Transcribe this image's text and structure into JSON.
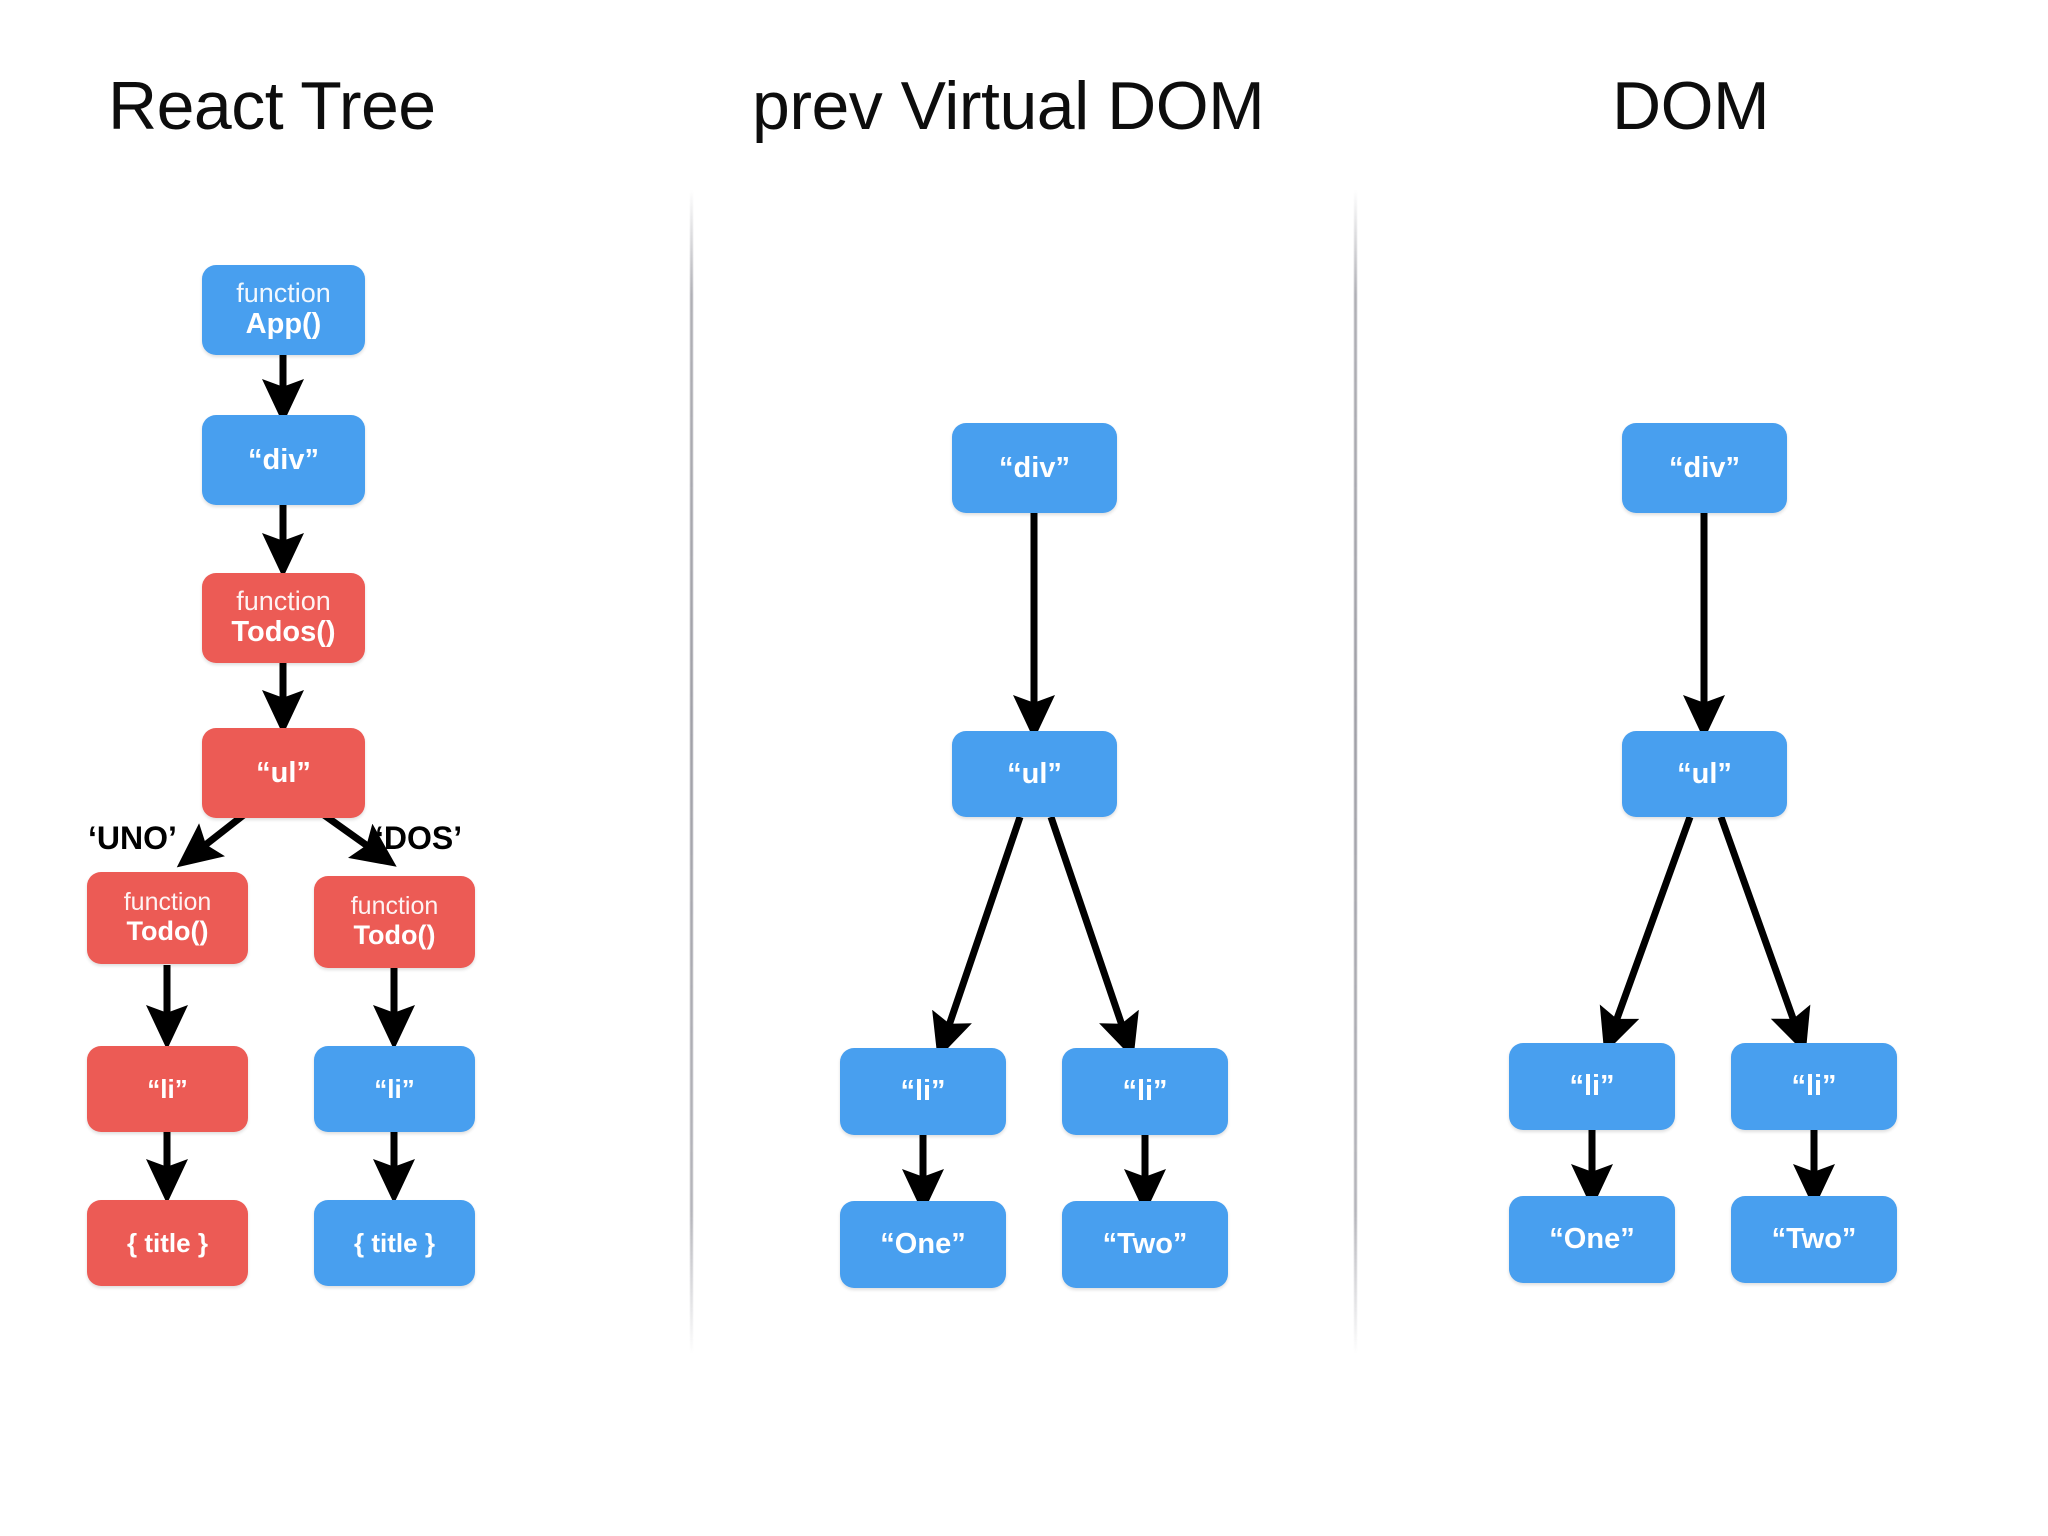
{
  "columns": {
    "react_tree": {
      "title": "React Tree"
    },
    "prev_virtual_dom": {
      "title": "prev Virtual DOM"
    },
    "dom": {
      "title": "DOM"
    }
  },
  "colors": {
    "blue": "#489fef",
    "red": "#ec5b55",
    "arrow": "#000000",
    "text_dark": "#0d0d0d",
    "divider": "#acacb2",
    "background": "#ffffff"
  },
  "react_tree": {
    "nodes": {
      "app": {
        "keyword": "function",
        "name": "App()",
        "color": "blue"
      },
      "div": {
        "label": "“div”",
        "color": "blue"
      },
      "todos": {
        "keyword": "function",
        "name": "Todos()",
        "color": "red"
      },
      "ul": {
        "label": "“ul”",
        "color": "red"
      },
      "todo_left": {
        "keyword": "function",
        "name": "Todo()",
        "color": "red"
      },
      "todo_right": {
        "keyword": "function",
        "name": "Todo()",
        "color": "red"
      },
      "li_left": {
        "label": "“li”",
        "color": "red"
      },
      "li_right": {
        "label": "“li”",
        "color": "blue"
      },
      "title_left": {
        "label": "{ title }",
        "color": "red"
      },
      "title_right": {
        "label": "{ title }",
        "color": "blue"
      }
    },
    "key_labels": {
      "left": "‘UNO’",
      "right": "‘DOS’"
    }
  },
  "prev_virtual_dom": {
    "nodes": {
      "div": {
        "label": "“div”",
        "color": "blue"
      },
      "ul": {
        "label": "“ul”",
        "color": "blue"
      },
      "li_left": {
        "label": "“li”",
        "color": "blue"
      },
      "li_right": {
        "label": "“li”",
        "color": "blue"
      },
      "text_left": {
        "label": "“One”",
        "color": "blue"
      },
      "text_right": {
        "label": "“Two”",
        "color": "blue"
      }
    }
  },
  "dom": {
    "nodes": {
      "div": {
        "label": "“div”",
        "color": "blue"
      },
      "ul": {
        "label": "“ul”",
        "color": "blue"
      },
      "li_left": {
        "label": "“li”",
        "color": "blue"
      },
      "li_right": {
        "label": "“li”",
        "color": "blue"
      },
      "text_left": {
        "label": "“One”",
        "color": "blue"
      },
      "text_right": {
        "label": "“Two”",
        "color": "blue"
      }
    }
  }
}
